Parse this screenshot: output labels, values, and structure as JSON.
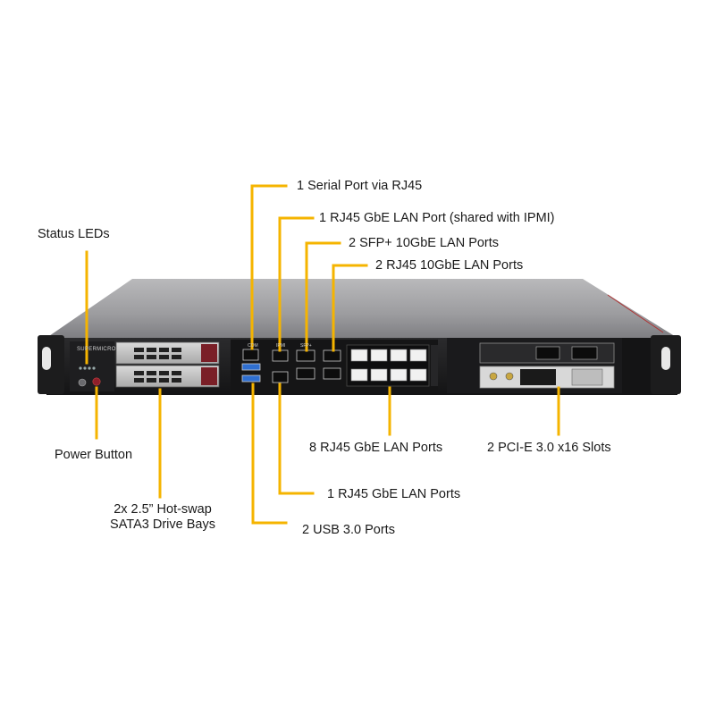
{
  "brand": "SUPERMICRO",
  "port_marks": [
    "COM",
    "IPMI",
    "SFP+"
  ],
  "callout_color": "#f5b400",
  "labels": {
    "serial": "1 Serial Port via RJ45",
    "ipmi_lan": "1 RJ45 GbE LAN Port (shared with IPMI)",
    "sfp": "2 SFP+ 10GbE LAN Ports",
    "rj45_10g": "2 RJ45 10GbE LAN Ports",
    "status_leds": "Status LEDs",
    "power_button": "Power Button",
    "drive_bays_line1": "2x 2.5” Hot-swap",
    "drive_bays_line2": "SATA3 Drive Bays",
    "gbe8": "8 RJ45 GbE LAN Ports",
    "pcie": "2 PCI-E 3.0 x16 Slots",
    "gbe1": "1 RJ45 GbE LAN Ports",
    "usb": "2 USB 3.0 Ports"
  }
}
